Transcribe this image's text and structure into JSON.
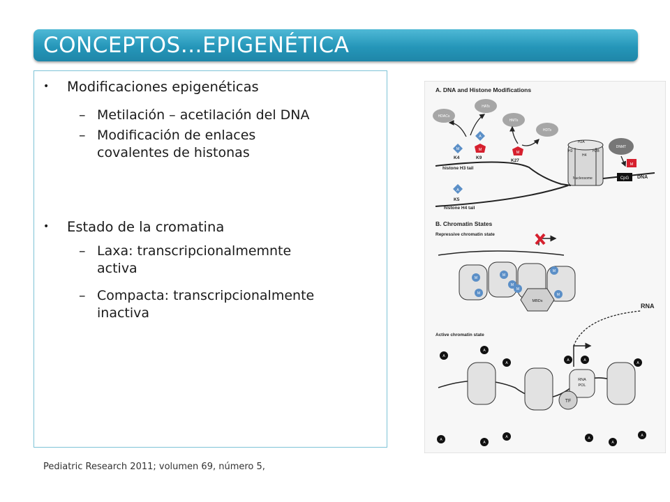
{
  "slide": {
    "title": "CONCEPTOS…EPIGENÉTICA",
    "bullets": [
      {
        "text": "Modificaciones epigenéticas",
        "subs": [
          "Metilación – acetilación del DNA",
          "Modificación de enlaces",
          "covalentes de histonas"
        ]
      },
      {
        "text": "Estado de la cromatina",
        "subs": [
          "Laxa: transcripcionalmemnte",
          "activa",
          "Compacta: transcripcionalmente",
          "inactiva"
        ]
      }
    ],
    "citation": "Pediatric Research 2011;  volumen 69, número 5,"
  },
  "figure": {
    "panel_a_title": "A. DNA and Histone Modifications",
    "panel_b_title": "B. Chromatin States",
    "repressive_label": "Repressive chromatin state",
    "active_label": "Active chromatin state",
    "enzymes": [
      "HDACs",
      "HATs",
      "HMTs",
      "HDTs",
      "DNMT"
    ],
    "marks": {
      "methyl": "M",
      "acetyl": "A"
    },
    "residues": [
      "K4",
      "K9",
      "K27",
      "K5"
    ],
    "h3_tail": "histone H3 tail",
    "h4_tail": "histone H4 tail",
    "nucleosome": "Nucleosome",
    "histones": [
      "H2A",
      "H3",
      "H2B",
      "H4"
    ],
    "cpg": "CpG",
    "dna": "DNA",
    "mbds": "MBDs",
    "rna": "RNA",
    "rna_pol": [
      "RNA",
      "POL"
    ],
    "tf": "TF"
  },
  "colors": {
    "title_bar": "#2596b9",
    "box_border": "#7dc3d6",
    "methyl_red": "#d6202e",
    "acetyl_blue": "#5b8fc7"
  }
}
